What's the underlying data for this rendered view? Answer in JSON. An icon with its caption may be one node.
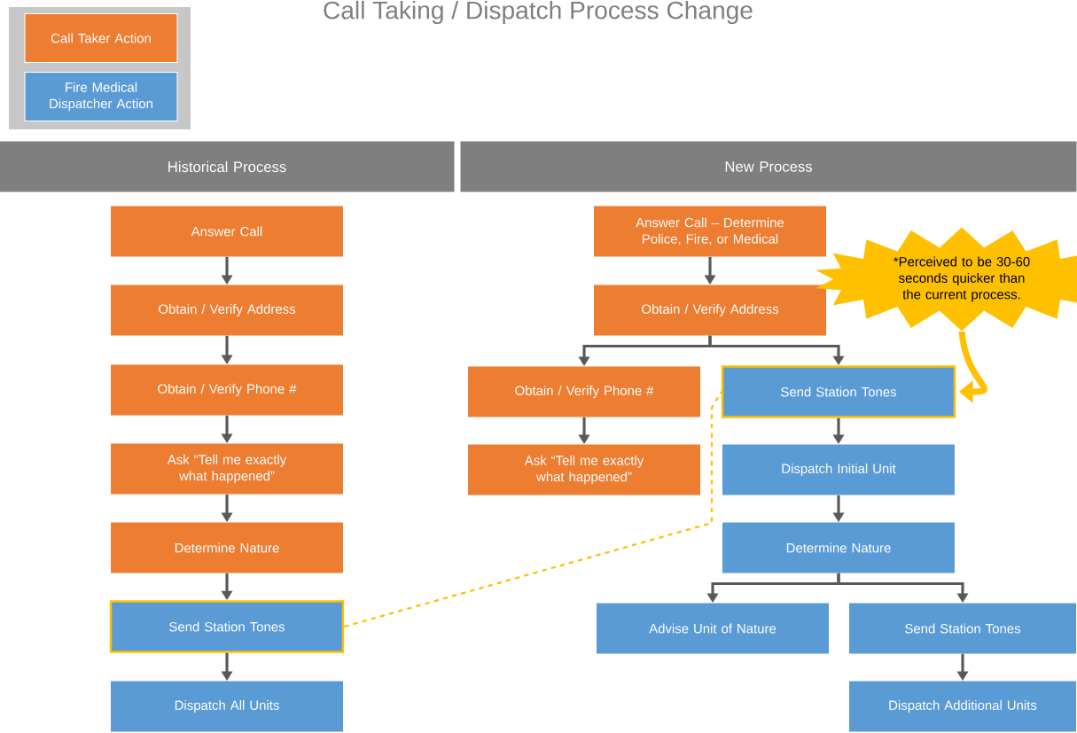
{
  "diagram": {
    "title": "Call Taking / Dispatch Process Change",
    "nodes": [
      {
        "text": [
          "Historical Process"
        ]
      },
      {
        "text": [
          "New Process"
        ]
      },
      {
        "text": [
          "Answer Call"
        ]
      },
      {
        "text": [
          "Obtain / Verify Address"
        ]
      },
      {
        "text": [
          "Obtain / Verify Phone #"
        ]
      },
      {
        "text": [
          "Ask “Tell me exactly what happened”"
        ]
      },
      {
        "text": [
          "Determine Nature"
        ]
      },
      {
        "text": [
          "Send Station Tones"
        ]
      },
      {
        "text": [
          "Dispatch All Units"
        ]
      },
      {
        "text": [
          "Answer Call – Determine Police, Fire, or Medical"
        ]
      },
      {
        "text": [
          "Obtain / Verify Address"
        ]
      },
      {
        "text": [
          "Obtain / Verify Phone #"
        ]
      },
      {
        "text": [
          "Send Station Tones"
        ]
      },
      {
        "text": [
          "Ask “Tell me exactly what happened”"
        ]
      },
      {
        "text": [
          "Dispatch Initial Unit"
        ]
      },
      {
        "text": [
          "Determine Nature"
        ]
      },
      {
        "text": [
          "Advise Unit of Nature"
        ]
      },
      {
        "text": [
          "Send Station Tones"
        ]
      },
      {
        "text": [
          "Dispatch Additional Units"
        ]
      },
      {
        "text": [
          "*Perceived to be 30-60 seconds quicker than the current process."
        ]
      }
    ],
    "edges": [
      {
        "from": 2,
        "to": 3,
        "arrow": "to"
      },
      {
        "from": 3,
        "to": 4,
        "arrow": "to"
      },
      {
        "from": 4,
        "to": 5,
        "arrow": "to"
      },
      {
        "from": 5,
        "to": 6,
        "arrow": "to"
      },
      {
        "from": 6,
        "to": 7,
        "arrow": "to"
      },
      {
        "from": 7,
        "to": 8,
        "arrow": "to"
      },
      {
        "from": 9,
        "to": 10,
        "arrow": "to"
      },
      {
        "from": 10,
        "to": 11,
        "arrow": "to"
      },
      {
        "from": 10,
        "to": 12,
        "arrow": "to"
      },
      {
        "from": 11,
        "to": 13,
        "arrow": "to"
      },
      {
        "from": 12,
        "to": 14,
        "arrow": "to"
      },
      {
        "from": 14,
        "to": 15,
        "arrow": "to"
      },
      {
        "from": 15,
        "to": 16,
        "arrow": "to"
      },
      {
        "from": 15,
        "to": 17,
        "arrow": "to"
      },
      {
        "from": 17,
        "to": 18,
        "arrow": "to"
      },
      {
        "from": 7,
        "to": 12,
        "arrow": "none",
        "style": "dashed",
        "color": "#ffc000"
      },
      {
        "from": 19,
        "to": 12,
        "arrow": "to",
        "style": "thick",
        "color": "#ffc000"
      }
    ],
    "legend": [
      {
        "text": "Call Taker Action",
        "color": "#ed7d31"
      },
      {
        "text": "Fire Medical Dispatcher Action",
        "color": "#5b9bd5"
      }
    ]
  }
}
